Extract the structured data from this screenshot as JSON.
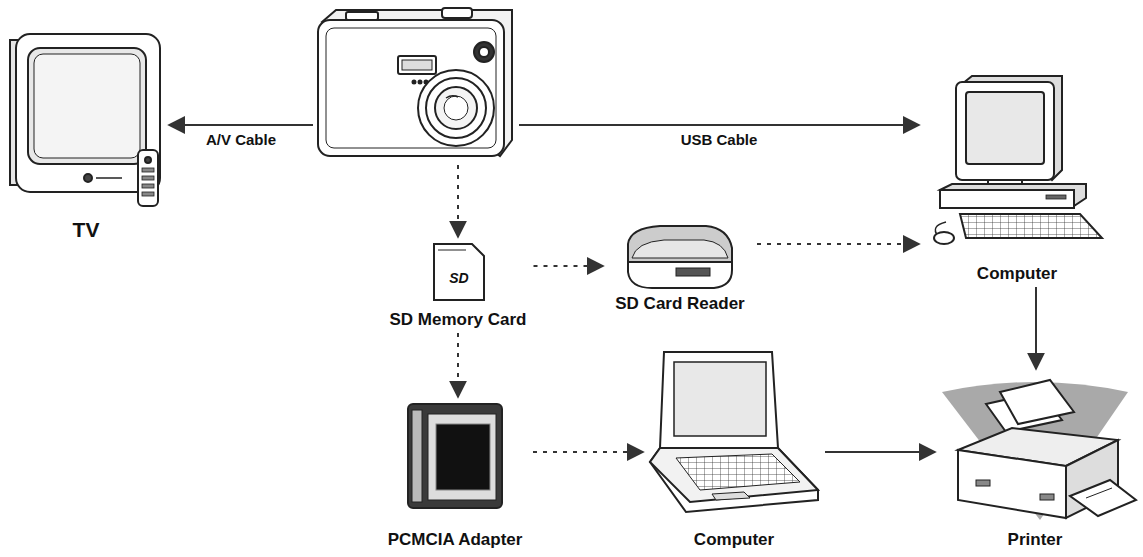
{
  "diagram": {
    "nodes": [
      {
        "text": []
      },
      {
        "text": [
          "TV"
        ]
      },
      {
        "text": [
          "Computer"
        ]
      },
      {
        "text": [
          "SD Memory Card"
        ]
      },
      {
        "text": [
          "SD Card Reader"
        ]
      },
      {
        "text": [
          "PCMCIA Adapter"
        ]
      },
      {
        "text": [
          "Computer"
        ]
      },
      {
        "text": [
          "Printer"
        ]
      }
    ],
    "edges": [
      {
        "from": 0,
        "to": 1,
        "label": "A/V Cable",
        "arrow": "to"
      },
      {
        "from": 0,
        "to": 2,
        "label": "USB Cable",
        "arrow": "to"
      },
      {
        "from": 0,
        "to": 3,
        "arrow": "to"
      },
      {
        "from": 3,
        "to": 4,
        "arrow": "to"
      },
      {
        "from": 4,
        "to": 2,
        "arrow": "to"
      },
      {
        "from": 2,
        "to": 7,
        "arrow": "to"
      },
      {
        "from": 3,
        "to": 5,
        "arrow": "to"
      },
      {
        "from": 5,
        "to": 6,
        "arrow": "to"
      },
      {
        "from": 6,
        "to": 7,
        "arrow": "to"
      }
    ],
    "labels": [
      "SD"
    ]
  }
}
